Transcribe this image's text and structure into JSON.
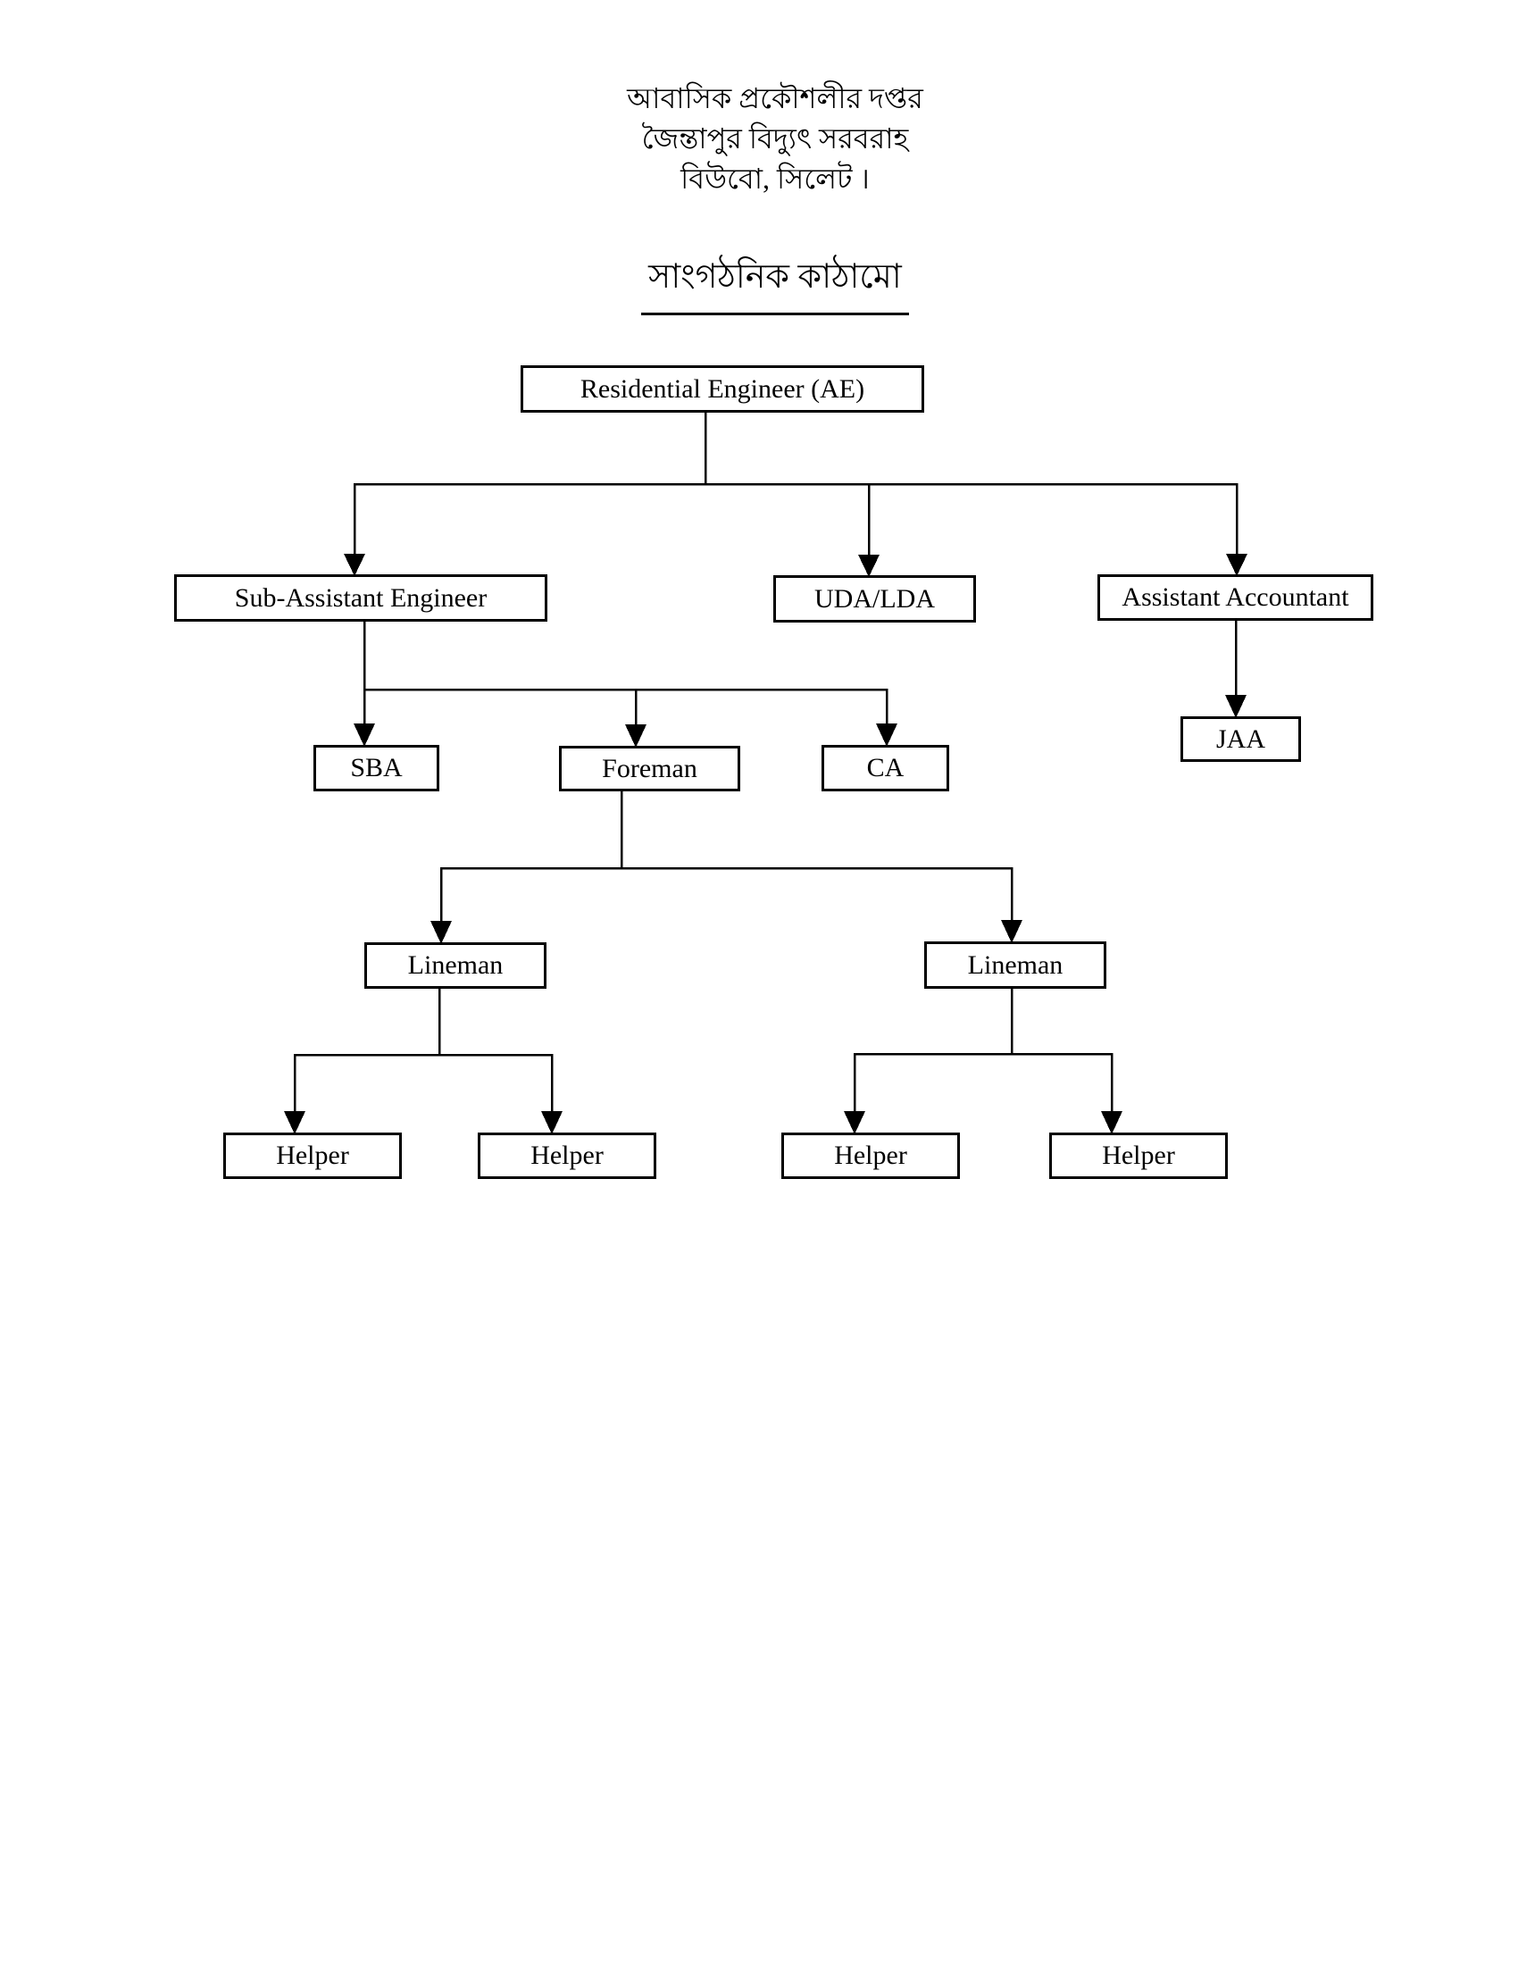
{
  "header": {
    "office_lines": [
      "আবাসিক প্রকৌশলীর দপ্তর",
      "জৈন্তাপুর বিদ্যুৎ সরবরাহ",
      "বিউবো, সিলেট ।"
    ],
    "title": "সাংগঠনিক কাঠামো"
  },
  "diagram": {
    "type": "org-chart",
    "colors": {
      "box_fill": "#ffffff",
      "box_border": "#000000",
      "text": "#000000",
      "connector": "#000000"
    },
    "nodes": [
      {
        "id": "residential-engineer",
        "label": "Residential Engineer (AE)",
        "parent": null
      },
      {
        "id": "sub-assistant-engineer",
        "label": "Sub-Assistant Engineer",
        "parent": "residential-engineer"
      },
      {
        "id": "uda-lda",
        "label": "UDA/LDA",
        "parent": "residential-engineer"
      },
      {
        "id": "assistant-accountant",
        "label": "Assistant Accountant",
        "parent": "residential-engineer"
      },
      {
        "id": "sba",
        "label": "SBA",
        "parent": "sub-assistant-engineer"
      },
      {
        "id": "foreman",
        "label": "Foreman",
        "parent": "sub-assistant-engineer"
      },
      {
        "id": "ca",
        "label": "CA",
        "parent": "sub-assistant-engineer"
      },
      {
        "id": "jaa",
        "label": "JAA",
        "parent": "assistant-accountant"
      },
      {
        "id": "lineman-1",
        "label": "Lineman",
        "parent": "foreman"
      },
      {
        "id": "lineman-2",
        "label": "Lineman",
        "parent": "foreman"
      },
      {
        "id": "helper-1",
        "label": "Helper",
        "parent": "lineman-1"
      },
      {
        "id": "helper-2",
        "label": "Helper",
        "parent": "lineman-1"
      },
      {
        "id": "helper-3",
        "label": "Helper",
        "parent": "lineman-2"
      },
      {
        "id": "helper-4",
        "label": "Helper",
        "parent": "lineman-2"
      }
    ]
  }
}
